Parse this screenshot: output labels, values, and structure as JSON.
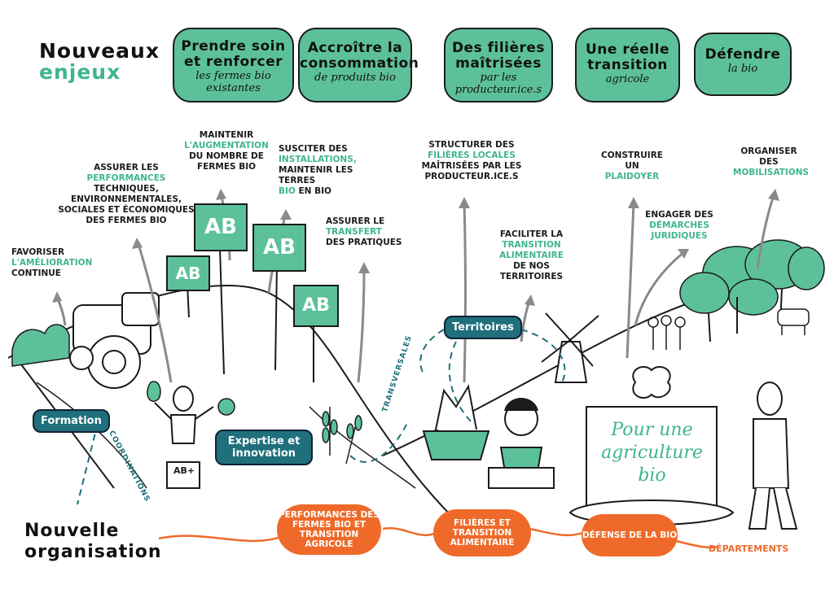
{
  "header": {
    "line1": "Nouveaux",
    "line2": "enjeux"
  },
  "enjeux": [
    {
      "big": "Prendre soin et renforcer",
      "small": "les fermes bio existantes"
    },
    {
      "big": "Accroître la consommation",
      "small": "de produits bio"
    },
    {
      "big": "Des filières maîtrisées",
      "small": "par les producteur.ice.s"
    },
    {
      "big": "Une réelle transition",
      "small": "agricole"
    },
    {
      "big": "Défendre",
      "small": "la bio"
    }
  ],
  "labels": {
    "ameliorer": {
      "k1": "Favoriser",
      "g": "l'amélioration",
      "k2": "continue"
    },
    "performances": {
      "k1": "Assurer les",
      "g": "performances",
      "k2": "techniques, environnementales, sociales et économiques des fermes bio"
    },
    "augmentation": {
      "k1": "Maintenir",
      "g": "l'augmentation",
      "k2": "du nombre de fermes bio"
    },
    "installations": {
      "k1": "Susciter des",
      "g": "installations,",
      "k2": "maintenir les terres",
      "g2": "bio",
      "k3": "en bio"
    },
    "transfert": {
      "k1": "Assurer le",
      "g": "transfert",
      "k2": "des pratiques"
    },
    "filieres": {
      "k1": "Structurer des",
      "g": "filières locales",
      "k2": "maîtrisées par les producteur.ice.s"
    },
    "transition": {
      "k1": "Faciliter la",
      "g": "transition alimentaire",
      "k2": "de nos territoires"
    },
    "plaidoyer": {
      "k1": "Construire un",
      "g": "plaidoyer"
    },
    "juridiques": {
      "k1": "Engager des",
      "g": "démarches juridiques"
    },
    "mobilisations": {
      "k1": "Organiser des",
      "g": "mobilisations"
    }
  },
  "tags": {
    "formation": "Formation",
    "expertise": "Expertise et innovation",
    "territoires": "Territoires",
    "coordinations": "Coordinations",
    "transversales": "Transversales"
  },
  "ab_sign": "AB",
  "podium": "AB+",
  "scroll": "Pour une agriculture bio",
  "footer": {
    "line1": "Nouvelle",
    "line2": "organisation",
    "orgs": [
      "Performances des fermes bio et transition agricole",
      "Filières et transition alimentaire",
      "Défense de la bio"
    ],
    "departements": "Départements"
  },
  "colors": {
    "green": "#5cc19a",
    "teal": "#1f6f7c",
    "orange": "#ef6a2a"
  }
}
